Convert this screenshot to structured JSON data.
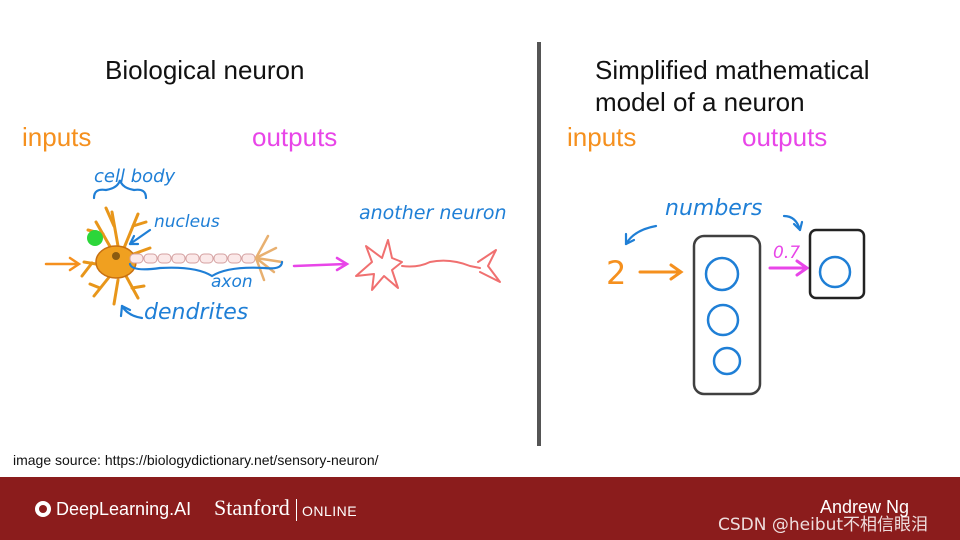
{
  "left": {
    "title": "Biological neuron",
    "inputs_label": "inputs",
    "outputs_label": "outputs",
    "annotations": {
      "cell_body": "cell body",
      "nucleus": "nucleus",
      "axon": "axon",
      "dendrites": "dendrites",
      "another_neuron": "another neuron"
    }
  },
  "right": {
    "title_line1": "Simplified mathematical",
    "title_line2": "model of a neuron",
    "inputs_label": "inputs",
    "outputs_label": "outputs",
    "annotations": {
      "numbers": "numbers",
      "input_value": "2",
      "output_value": "0.7"
    }
  },
  "image_source": "image source: https://biologydictionary.net/sensory-neuron/",
  "footer": {
    "brand_deeplearning": "DeepLearning.AI",
    "brand_stanford": "Stanford",
    "brand_online": "ONLINE",
    "presenter": "Andrew Ng",
    "watermark": "CSDN @heibut不相信眼泪"
  },
  "colors": {
    "inputs": "#f5901e",
    "outputs": "#e845e8",
    "annotation_blue": "#1f7fd6",
    "neuron_body": "#e8961a",
    "another_neuron": "#f07070",
    "footer_bg": "#8b1c1c"
  }
}
